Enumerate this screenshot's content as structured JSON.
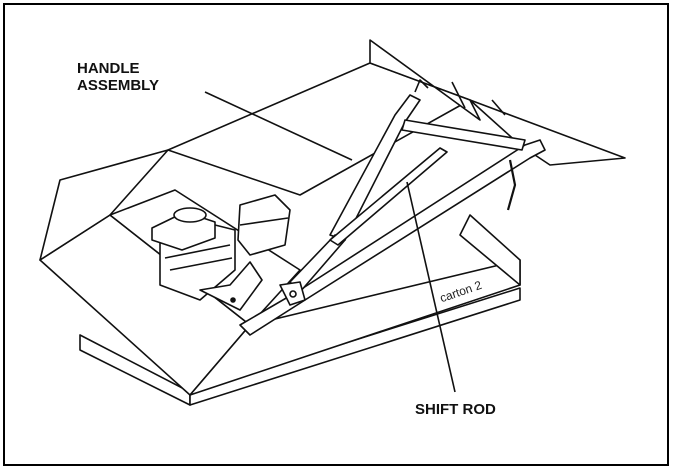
{
  "labels": {
    "handle_line1": "HANDLE",
    "handle_line2": "ASSEMBLY",
    "shift_rod": "SHIFT ROD",
    "carton": "carton  2"
  }
}
